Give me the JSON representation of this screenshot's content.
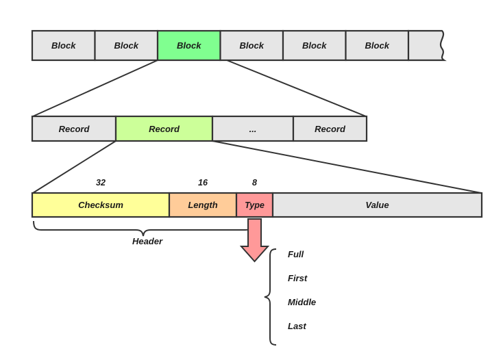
{
  "diagram": {
    "title": "Log file block / record / header layout",
    "background_color": "#ffffff",
    "stroke_color": "#333333",
    "palette": {
      "gray": "#E6E6E6",
      "block_green": "#80FF90",
      "record_green": "#CCFF99",
      "checksum_yellow": "#FFFF99",
      "length_orange": "#FFCC99",
      "type_pink": "#FF9999",
      "arrow_fill": "#FF9999",
      "text": "#1a1a1a"
    }
  },
  "block_row": {
    "cells": [
      {
        "label": "Block",
        "color": "#E6E6E6",
        "highlighted": false
      },
      {
        "label": "Block",
        "color": "#E6E6E6",
        "highlighted": false
      },
      {
        "label": "Block",
        "color": "#80FF90",
        "highlighted": true
      },
      {
        "label": "Block",
        "color": "#E6E6E6",
        "highlighted": false
      },
      {
        "label": "Block",
        "color": "#E6E6E6",
        "highlighted": false
      },
      {
        "label": "Block",
        "color": "#E6E6E6",
        "highlighted": false
      },
      {
        "label": "",
        "color": "#E6E6E6",
        "highlighted": false
      }
    ]
  },
  "record_row": {
    "cells": [
      {
        "label": "Record",
        "color": "#E6E6E6",
        "highlighted": false
      },
      {
        "label": "Record",
        "color": "#CCFF99",
        "highlighted": true
      },
      {
        "label": "...",
        "color": "#E6E6E6",
        "highlighted": false
      },
      {
        "label": "Record",
        "color": "#E6E6E6",
        "highlighted": false
      }
    ]
  },
  "header_row": {
    "bit_labels": [
      "32",
      "16",
      "8"
    ],
    "fields": [
      {
        "label": "Checksum",
        "bits": "32",
        "color": "#FFFF99"
      },
      {
        "label": "Length",
        "bits": "16",
        "color": "#FFCC99"
      },
      {
        "label": "Type",
        "bits": "8",
        "color": "#FF9999"
      },
      {
        "label": "Value",
        "bits": "",
        "color": "#E6E6E6"
      }
    ],
    "brace_label": "Header"
  },
  "type_values": {
    "items": [
      "Full",
      "First",
      "Middle",
      "Last"
    ]
  }
}
